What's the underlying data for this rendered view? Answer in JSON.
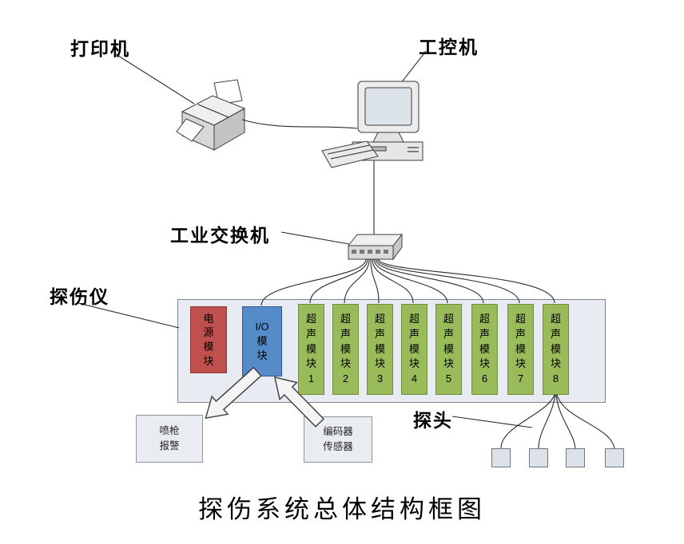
{
  "labels": {
    "printer": "打印机",
    "ipc": "工控机",
    "switch": "工业交换机",
    "detector": "探伤仪",
    "probe": "探头"
  },
  "detector_modules": {
    "power": "电\n源\n模\n块",
    "io": "I/O\n模\n块",
    "ultrasonic": [
      "超\n声\n模\n块\n1",
      "超\n声\n模\n块\n2",
      "超\n声\n模\n块\n3",
      "超\n声\n模\n块\n4",
      "超\n声\n模\n块\n5",
      "超\n声\n模\n块\n6",
      "超\n声\n模\n块\n7",
      "超\n声\n模\n块\n8"
    ]
  },
  "peripheral_boxes": {
    "spray_gun_alarm": "喷枪\n报警",
    "encoder_sensor": "编码器\n传感器"
  },
  "probes": {
    "count": 4
  },
  "title": "探伤系统总体结构框图",
  "colors": {
    "power_module": "#c0504d",
    "io_module": "#558bc8",
    "ultrasonic_module": "#9abb59",
    "chassis": "#e8ecf2",
    "peripheral_box": "#e9edf2"
  }
}
